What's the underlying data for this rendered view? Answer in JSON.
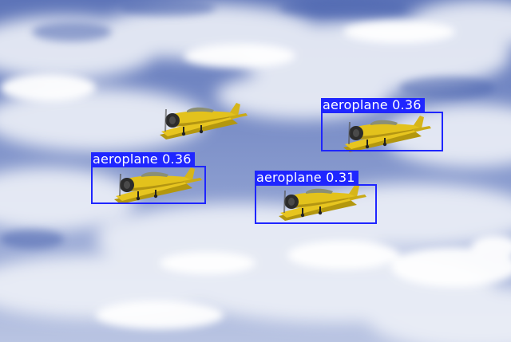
{
  "image": {
    "subject": "four yellow propeller planes flying in formation against a cloudy blue sky"
  },
  "detections": [
    {
      "label": "aeroplane",
      "score": "0.36"
    },
    {
      "label": "aeroplane",
      "score": "0.36"
    },
    {
      "label": "aeroplane",
      "score": "0.31"
    }
  ],
  "colors": {
    "box": "#1f26ff",
    "label_text": "#ffffff",
    "plane": "#e3c21c",
    "sky": "#6f84c2"
  }
}
